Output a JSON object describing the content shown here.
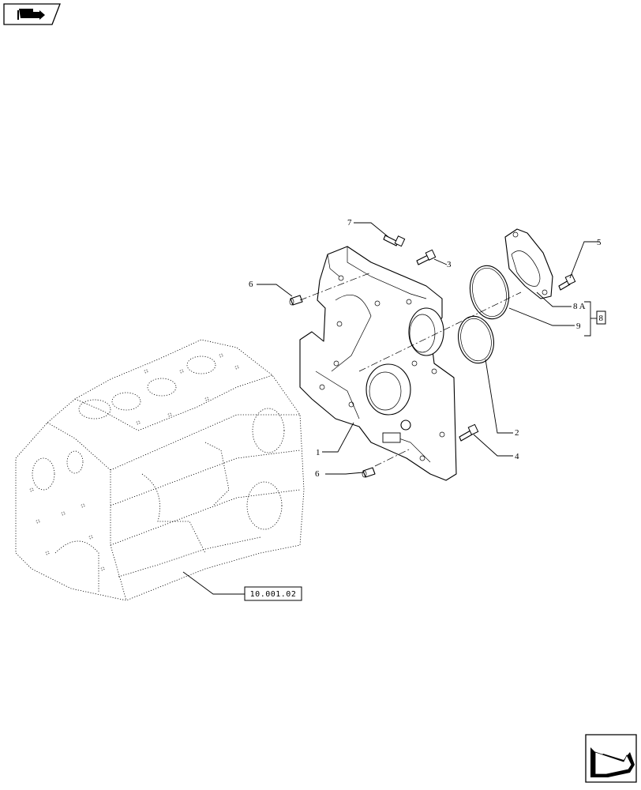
{
  "callouts": {
    "c1": "1",
    "c2": "2",
    "c3": "3",
    "c4": "4",
    "c5": "5",
    "c6a": "6",
    "c6b": "6",
    "c7": "7",
    "c8a": "8 A",
    "c9": "9",
    "c8box": "8"
  },
  "reference": {
    "block_ref": "10.001.02"
  },
  "icons": {
    "top_left": "book-arrow-icon",
    "bottom_right": "next-page-arrow-icon"
  }
}
